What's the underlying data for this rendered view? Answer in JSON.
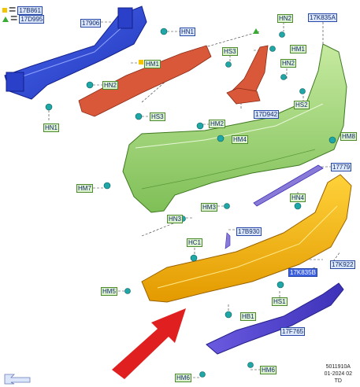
{
  "legend": [
    {
      "shape": "square",
      "color": "#f2c500",
      "code": "17B861"
    },
    {
      "shape": "triangle",
      "color": "#3aaa35",
      "code": "17D995"
    }
  ],
  "callouts": {
    "17906": "17906",
    "hn1_top": "HN1",
    "hn1_left": "HN1",
    "hm1_a": "HM1",
    "hn2_left": "HN2",
    "hs3_left": "HS3",
    "hs3_mid": "HS3",
    "hn2_tr": "HN2",
    "hm1_b": "HM1",
    "17k835a": "17K835A",
    "hn2_r": "HN2",
    "hs2": "HS2",
    "hm2": "HM2",
    "17d942": "17D942",
    "hm4": "HM4",
    "hm8": "HM8",
    "17779": "17779",
    "hm7": "HM7",
    "hn4": "HN4",
    "hm3": "HM3",
    "hn3": "HN3",
    "17b930": "17B930",
    "hc1": "HC1",
    "17k835b": "17K835B",
    "17k922": "17K922",
    "hm5": "HM5",
    "hs1": "HS1",
    "hb1": "HB1",
    "17f765": "17F765",
    "hm6_r": "HM6",
    "hm6_b": "HM6"
  },
  "footer": {
    "line1": "5011910A",
    "line2": "01-2024 02",
    "line3": "TD"
  }
}
